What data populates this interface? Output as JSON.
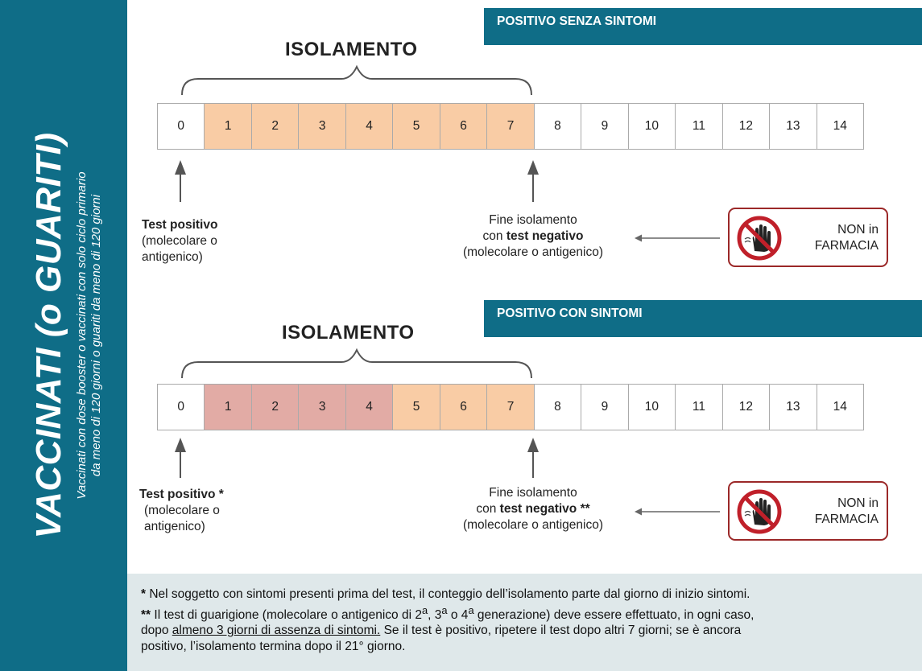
{
  "sidebar": {
    "title": "VACCINATI (o GUARITI)",
    "subtitle_line1": "Vaccinati con dose booster o vaccinati con solo ciclo primario",
    "subtitle_line2": "da meno di 120 giorni o guariti da meno di 120 giorni"
  },
  "colors": {
    "teal": "#0f6d87",
    "isolation_orange": "#f9cca5",
    "symptom_pink": "#e2aba5",
    "footer_bg": "#dfe8ea",
    "stop_red": "#9b2828"
  },
  "days": [
    "0",
    "1",
    "2",
    "3",
    "4",
    "5",
    "6",
    "7",
    "8",
    "9",
    "10",
    "11",
    "12",
    "13",
    "14"
  ],
  "sections": [
    {
      "banner": "POSITIVO SENZA SINTOMI",
      "isolation_label": "ISOLAMENTO",
      "start_note": {
        "line1_bold": "Test positivo",
        "line2": "(molecolare o",
        "line3": "antigenico)"
      },
      "end_note": {
        "line1": "Fine isolamento",
        "line2_prefix": "con ",
        "line2_bold": "test negativo",
        "line3": "(molecolare o antigenico)"
      },
      "pharmacy": {
        "line1": "NON in",
        "line2": "FARMACIA",
        "icon": "no-entry-hand-icon"
      }
    },
    {
      "banner": "POSITIVO CON SINTOMI",
      "isolation_label": "ISOLAMENTO",
      "start_note": {
        "line1_bold": "Test positivo *",
        "line2": "(molecolare o",
        "line3": "antigenico)"
      },
      "end_note": {
        "line1": "Fine isolamento",
        "line2_prefix": "con ",
        "line2_bold": "test negativo **",
        "line3": "(molecolare o antigenico)"
      },
      "pharmacy": {
        "line1": "NON in",
        "line2": "FARMACIA",
        "icon": "no-entry-hand-icon"
      }
    }
  ],
  "footer": {
    "note1_star": "*",
    "note1_text": " Nel soggetto con sintomi presenti prima del test, il conteggio dell’isolamento parte dal giorno di inizio sintomi.",
    "note2_star": "**",
    "note2_text_a": " Il test di guarigione (molecolare o antigenico di 2",
    "sup_a": "a",
    "note2_text_b": ", 3",
    "sup_b": "a",
    "note2_text_c": " o 4",
    "sup_c": "a",
    "note2_text_d": " generazione) deve essere effettuato, in ogni caso,",
    "note2_line2_pre": "dopo ",
    "note2_line2_underline": "almeno 3 giorni di assenza di sintomi.",
    "note2_line2_post": " Se il test è positivo, ripetere il test dopo altri 7 giorni; se è ancora",
    "note2_line3": "positivo, l’isolamento termina dopo il 21° giorno."
  }
}
